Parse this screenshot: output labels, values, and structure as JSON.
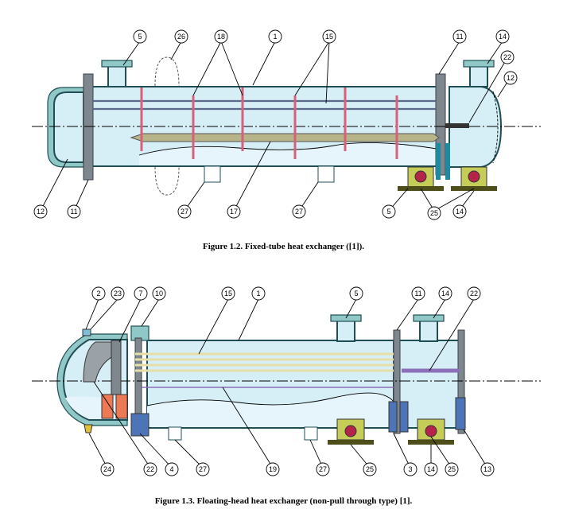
{
  "figure1": {
    "caption": "Figure 1.2. Fixed-tube heat exchanger ([1]).",
    "labels": {
      "l5a": "5",
      "l26": "26",
      "l18": "18",
      "l1": "1",
      "l15": "15",
      "l11a": "11",
      "l14a": "14",
      "l22": "22",
      "l12a": "12",
      "l12b": "12",
      "l11b": "11",
      "l27a": "27",
      "l17": "17",
      "l27b": "27",
      "l5b": "5",
      "l25": "25",
      "l14b": "14"
    }
  },
  "figure2": {
    "caption": "Figure 1.3. Floating-head heat exchanger (non-pull through type) [1].",
    "labels": {
      "l2": "2",
      "l23": "23",
      "l7": "7",
      "l10": "10",
      "l15": "15",
      "l1": "1",
      "l5": "5",
      "l11": "11",
      "l14a": "14",
      "l22a": "22",
      "l24": "24",
      "l22b": "22",
      "l4": "4",
      "l27a": "27",
      "l19": "19",
      "l27b": "27",
      "l25a": "25",
      "l3": "3",
      "l14b": "14",
      "l25b": "25",
      "l13": "13"
    }
  },
  "colors": {
    "shell_fill": "#d6eef6",
    "wall": "#8fc8c6",
    "tube": "#5b6a8a",
    "baffle": "#d8607a",
    "tie_rod": "#b7b48a",
    "support": "#c5cc58",
    "floating_head": "#ee7a55",
    "flange_blue": "#4e74b8",
    "teal_support": "#1e8aa0"
  }
}
